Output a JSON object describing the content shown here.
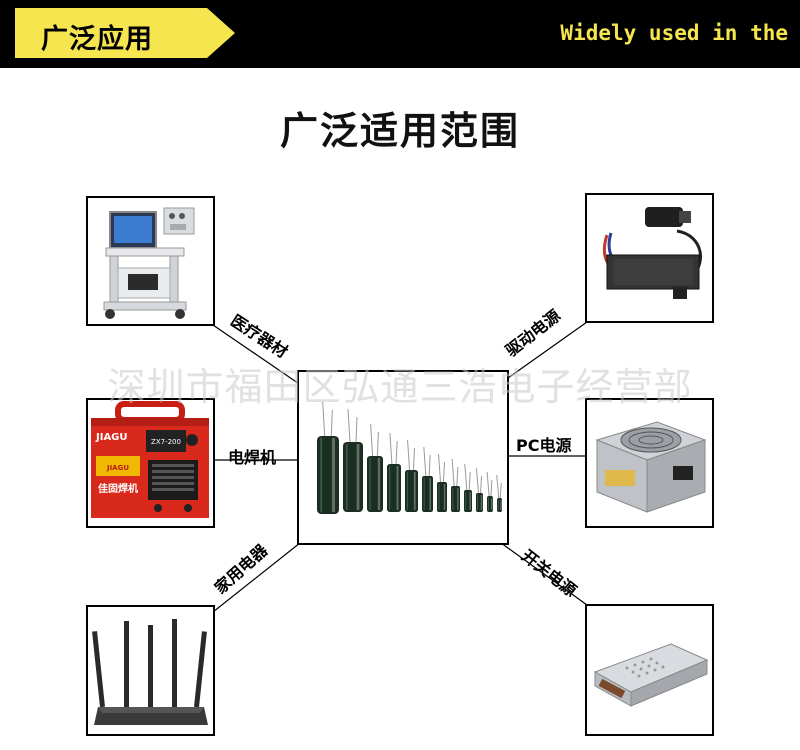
{
  "banner": {
    "tag_label": "广泛应用",
    "english_text": "Widely used in the"
  },
  "title": "广泛适用范围",
  "watermark": "深圳市福田区弘通三浩电子经营部",
  "center_image": {
    "icon": "electrolytic-capacitors"
  },
  "applications": [
    {
      "id": "medical",
      "label": "医疗器材",
      "icon": "medical-cart"
    },
    {
      "id": "welder",
      "label": "电焊机",
      "icon": "welding-machine"
    },
    {
      "id": "appliances",
      "label": "家用电器",
      "icon": "wifi-router"
    },
    {
      "id": "driver",
      "label": "驱动电源",
      "icon": "led-driver"
    },
    {
      "id": "pc",
      "label": "PC电源",
      "icon": "pc-power-supply"
    },
    {
      "id": "switching",
      "label": "开关电源",
      "icon": "switching-power-supply"
    }
  ],
  "product_text": {
    "welder_brand": "JIAGU",
    "welder_model": "ZX7-200",
    "welder_plate": "佳固焊机"
  },
  "colors": {
    "banner_bg": "#000000",
    "tag_yellow": "#f5e54e",
    "welder_red": "#d9281c"
  }
}
